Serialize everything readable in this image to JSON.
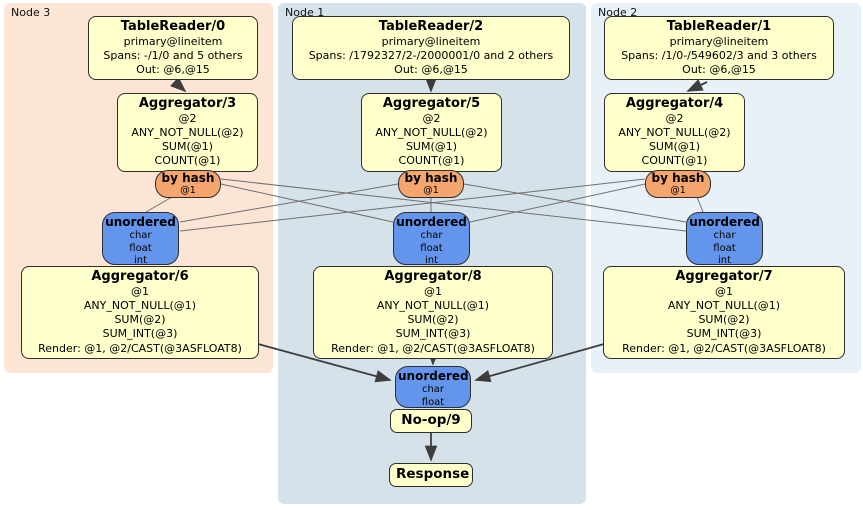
{
  "colors": {
    "node3_panel_bg": "#fce5d5",
    "node1_panel_bg": "#d6e2ea",
    "node2_panel_bg": "#e8f0f8",
    "processor_fill": "#ffffcb",
    "router_fill": "#f5a56e",
    "stream_fill": "#6495ed",
    "mesh_edge": "#6f6f6f",
    "flow_edge": "#3d3d3d"
  },
  "panels": [
    {
      "label": "Node 3",
      "tablereader": {
        "title": "TableReader/0",
        "lines": [
          "primary@lineitem",
          "Spans: -/1/0 and 5 others",
          "Out: @6,@15"
        ]
      },
      "aggregator": {
        "title": "Aggregator/3",
        "lines": [
          "@2",
          "ANY_NOT_NULL(@2)",
          "SUM(@1)",
          "COUNT(@1)"
        ]
      },
      "router": {
        "label": "by hash",
        "key": "@1"
      },
      "stream": {
        "label": "unordered",
        "columns": [
          "char",
          "float",
          "int"
        ]
      },
      "final_aggregator": {
        "title": "Aggregator/6",
        "lines": [
          "@1",
          "ANY_NOT_NULL(@1)",
          "SUM(@2)",
          "SUM_INT(@3)",
          "Render: @1, @2/CAST(@3ASFLOAT8)"
        ]
      }
    },
    {
      "label": "Node 1",
      "tablereader": {
        "title": "TableReader/2",
        "lines": [
          "primary@lineitem",
          "Spans: /1792327/2-/2000001/0 and 2 others",
          "Out: @6,@15"
        ]
      },
      "aggregator": {
        "title": "Aggregator/5",
        "lines": [
          "@2",
          "ANY_NOT_NULL(@2)",
          "SUM(@1)",
          "COUNT(@1)"
        ]
      },
      "router": {
        "label": "by hash",
        "key": "@1"
      },
      "stream": {
        "label": "unordered",
        "columns": [
          "char",
          "float",
          "int"
        ]
      },
      "final_aggregator": {
        "title": "Aggregator/8",
        "lines": [
          "@1",
          "ANY_NOT_NULL(@1)",
          "SUM(@2)",
          "SUM_INT(@3)",
          "Render: @1, @2/CAST(@3ASFLOAT8)"
        ]
      }
    },
    {
      "label": "Node 2",
      "tablereader": {
        "title": "TableReader/1",
        "lines": [
          "primary@lineitem",
          "Spans: /1/0-/549602/3 and 3 others",
          "Out: @6,@15"
        ]
      },
      "aggregator": {
        "title": "Aggregator/4",
        "lines": [
          "@2",
          "ANY_NOT_NULL(@2)",
          "SUM(@1)",
          "COUNT(@1)"
        ]
      },
      "router": {
        "label": "by hash",
        "key": "@1"
      },
      "stream": {
        "label": "unordered",
        "columns": [
          "char",
          "float",
          "int"
        ]
      },
      "final_aggregator": {
        "title": "Aggregator/7",
        "lines": [
          "@1",
          "ANY_NOT_NULL(@1)",
          "SUM(@2)",
          "SUM_INT(@3)",
          "Render: @1, @2/CAST(@3ASFLOAT8)"
        ]
      }
    }
  ],
  "final_stage": {
    "stream": {
      "label": "unordered",
      "columns": [
        "char",
        "float"
      ]
    },
    "noop": {
      "title": "No-op/9"
    },
    "response": {
      "title": "Response"
    }
  }
}
